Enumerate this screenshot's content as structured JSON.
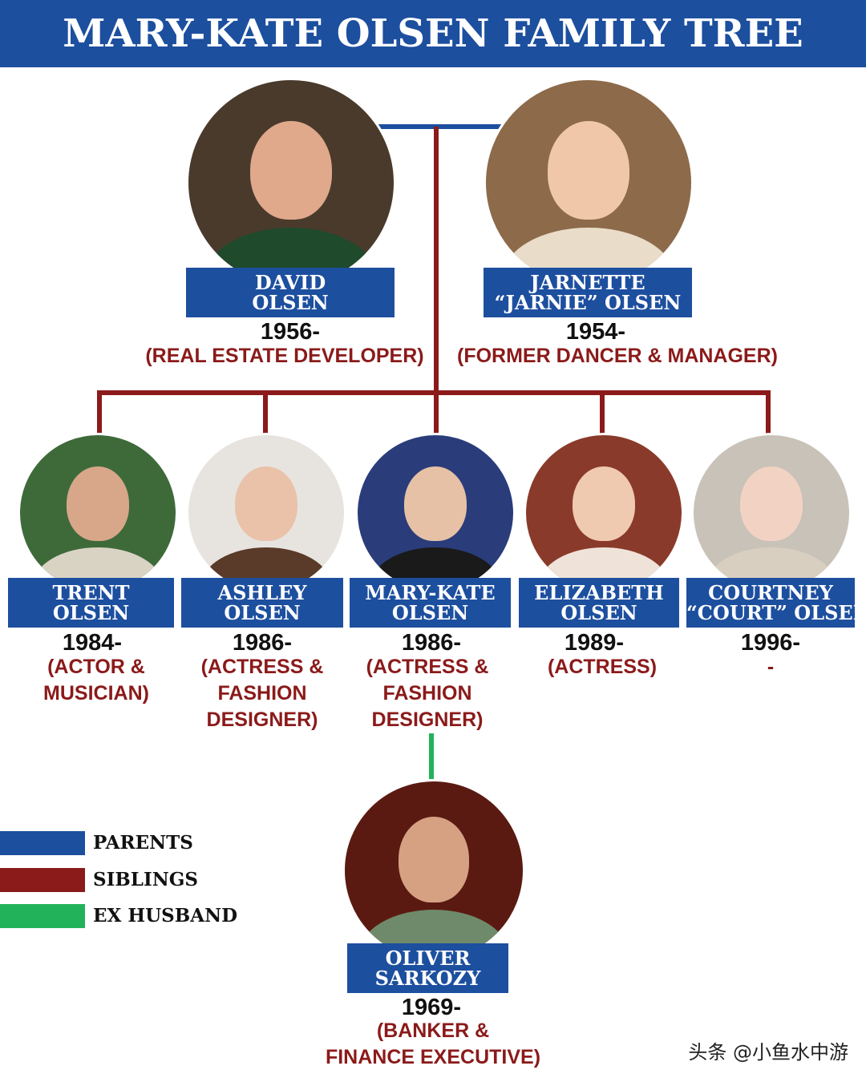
{
  "title": "MARY-KATE OLSEN FAMILY TREE",
  "colors": {
    "parents": "#1d4f9f",
    "siblings": "#8b1a1a",
    "ex_husband": "#22b35a"
  },
  "parents": [
    {
      "id": "david",
      "name_line1": "DAVID",
      "name_line2": "OLSEN",
      "year": "1956-",
      "role": "(REAL ESTATE DEVELOPER)"
    },
    {
      "id": "jarnette",
      "name_line1": "JARNETTE",
      "name_line2": "“JARNIE” OLSEN",
      "year": "1954-",
      "role": "(FORMER DANCER & MANAGER)"
    }
  ],
  "children": [
    {
      "id": "trent",
      "name_line1": "TRENT",
      "name_line2": "OLSEN",
      "year": "1984-",
      "role_lines": [
        "(ACTOR &",
        "MUSICIAN)"
      ]
    },
    {
      "id": "ashley",
      "name_line1": "ASHLEY",
      "name_line2": "OLSEN",
      "year": "1986-",
      "role_lines": [
        "(ACTRESS &",
        "FASHION",
        "DESIGNER)"
      ]
    },
    {
      "id": "mary-kate",
      "name_line1": "MARY-KATE",
      "name_line2": "OLSEN",
      "year": "1986-",
      "role_lines": [
        "(ACTRESS &",
        "FASHION",
        "DESIGNER)"
      ]
    },
    {
      "id": "elizabeth",
      "name_line1": "ELIZABETH",
      "name_line2": "OLSEN",
      "year": "1989-",
      "role_lines": [
        "(ACTRESS)"
      ]
    },
    {
      "id": "courtney",
      "name_line1": "COURTNEY",
      "name_line2": "“COURT” OLSEN",
      "year": "1996-",
      "role_lines": [
        "-"
      ]
    }
  ],
  "ex_husband": {
    "id": "oliver",
    "name_line1": "OLIVER",
    "name_line2": "SARKOZY",
    "year": "1969-",
    "role_lines": [
      "(BANKER &",
      "FINANCE EXECUTIVE)"
    ]
  },
  "legend": [
    {
      "label": "PARENTS",
      "color": "#1d4f9f"
    },
    {
      "label": "SIBLINGS",
      "color": "#8b1a1a"
    },
    {
      "label": "EX HUSBAND",
      "color": "#22b35a"
    }
  ],
  "watermark": "头条 @小鱼水中游"
}
